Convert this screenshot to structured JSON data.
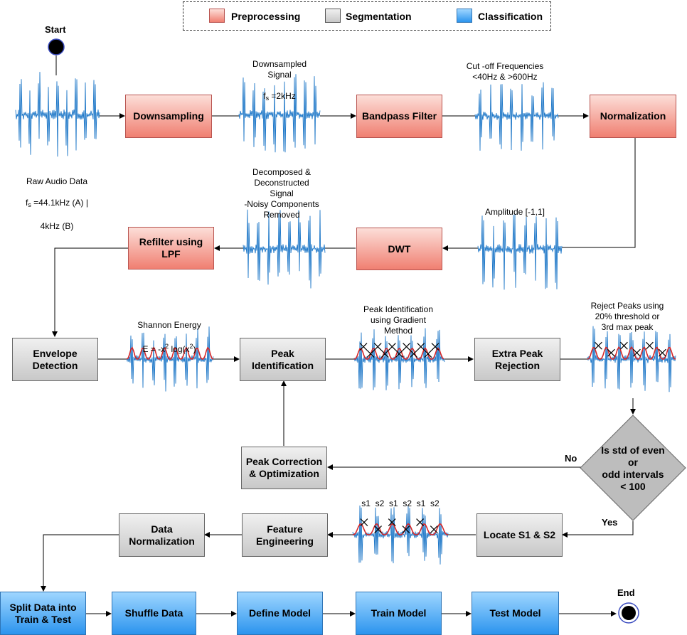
{
  "legend": {
    "preprocessing": "Preprocessing",
    "segmentation": "Segmentation",
    "classification": "Classification"
  },
  "terminals": {
    "start": "Start",
    "end": "End"
  },
  "nodes": {
    "downsampling": "Downsampling",
    "bandpass": "Bandpass Filter",
    "normalization": "Normalization",
    "dwt": "DWT",
    "refilter": "Refilter using\nLPF",
    "envelope": "Envelope\nDetection",
    "peak_id": "Peak\nIdentification",
    "extra_peak": "Extra Peak\nRejection",
    "decision": "Is std of even\nor\nodd intervals\n< 100",
    "peak_corr": "Peak Correction\n& Optimization",
    "locate": "Locate S1 & S2",
    "feature": "Feature\nEngineering",
    "data_norm": "Data\nNormalization",
    "split": "Split Data into\nTrain & Test",
    "shuffle": "Shuffle Data",
    "define": "Define Model",
    "train": "Train Model",
    "test": "Test Model"
  },
  "annotations": {
    "raw_1": "Raw Audio Data",
    "raw_fs": "f",
    "raw_fs_sub": "s",
    "raw_fs_val": " =44.1kHz (A) |",
    "raw_2": "4kHz (B)",
    "down_1": "Downsampled\nSignal",
    "down_fs": "f",
    "down_fs_sub": "s",
    "down_fs_val": " =2kHz",
    "cutoff": "Cut -off Frequencies\n<40Hz & >600Hz",
    "amplitude": "Amplitude [-1,1]",
    "decomposed": "Decomposed &\nDeconstructed\nSignal\n-Noisy Components\nRemoved",
    "shannon_1": "Shannon Energy",
    "shannon_e": "E = -x",
    "shannon_sup1": "2",
    "shannon_log": " log(x",
    "shannon_sup2": "2",
    "shannon_close": ")",
    "peak_grad": "Peak Identification\nusing Gradient\nMethod",
    "reject": "Reject Peaks using\n20% threshold or\n3rd max peak",
    "s_labels": "s1  s2  s1  s2  s1  s2"
  },
  "edge_labels": {
    "no": "No",
    "yes": "Yes"
  },
  "colors": {
    "signal": "#1f78c8",
    "envelope": "#d62728",
    "marker": "#000000"
  }
}
